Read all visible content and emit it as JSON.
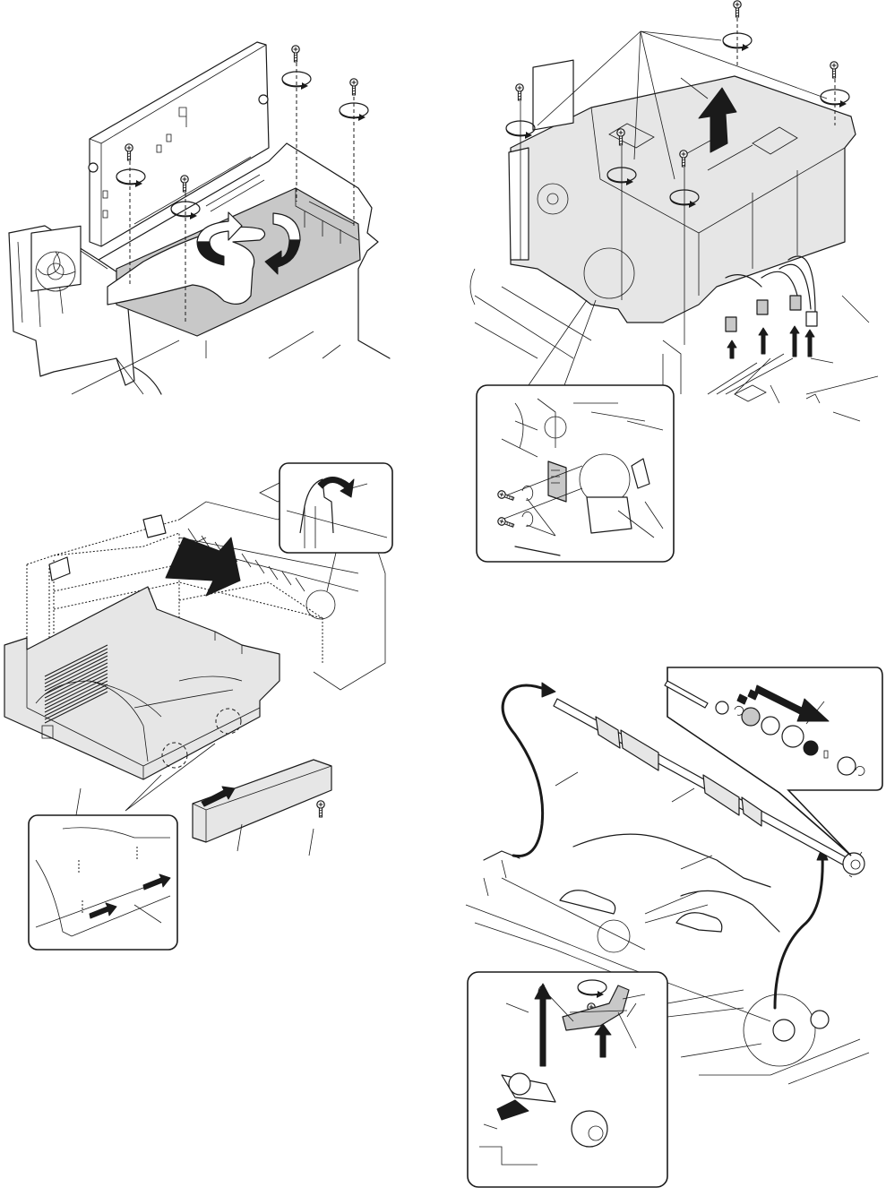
{
  "page": {
    "type": "service-manual-disassembly-illustrations",
    "background": "#ffffff",
    "ink": "#1a1a1a",
    "shade": "#c8c8c8"
  },
  "figures": [
    {
      "id": "fig-top-left",
      "subject": "control-board-shield-removal",
      "screw_count": 4,
      "icons": [
        "screw-icon",
        "rotate-arrow-icon",
        "hand-icon",
        "rotate-arrow-icon"
      ]
    },
    {
      "id": "fig-top-right",
      "subject": "unit-lift-out-with-connectors",
      "screw_count": 5,
      "connector_count": 4,
      "icons": [
        "screw-icon",
        "lift-arrow-icon",
        "connector-icon"
      ],
      "inset": {
        "subject": "sensor-bracket-detail",
        "screw_count": 2
      }
    },
    {
      "id": "fig-middle-left",
      "subject": "rear-cover-installation",
      "screw_count": 1,
      "icons": [
        "insert-arrow-icon",
        "latch-release-arrow-icon"
      ],
      "insets": [
        {
          "subject": "latch-detail"
        },
        {
          "subject": "hook-detail"
        }
      ]
    },
    {
      "id": "fig-bottom-right",
      "subject": "paper-feed-roller-shaft-removal",
      "screw_count": 1,
      "icons": [
        "curved-arrow-icon",
        "slide-arrow-icon",
        "lift-arrow-icon"
      ],
      "insets": [
        {
          "subject": "shaft-parts-exploded"
        },
        {
          "subject": "bracket-and-e-ring-detail"
        }
      ]
    }
  ]
}
